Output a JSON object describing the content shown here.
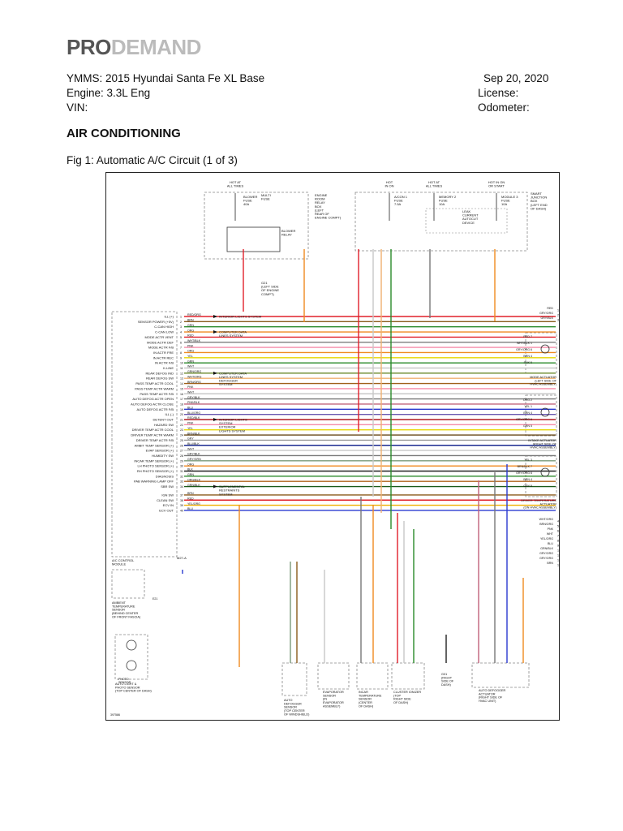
{
  "brand": {
    "part1": "PRO",
    "part2": "DEMAND"
  },
  "vehicle": {
    "ymms": "YMMS:  2015 Hyundai Santa Fe XL Base",
    "engine": "Engine: 3.3L Eng",
    "vin": "VIN:",
    "date": "Sep 20, 2020",
    "license": "License:",
    "odometer": "Odometer:"
  },
  "section_title": "AIR CONDITIONING",
  "figure_caption": "Fig 1: Automatic A/C Circuit (1 of 3)",
  "diagram": {
    "id": "397586",
    "power": [
      {
        "hot": "HOT AT\nALL TIMES",
        "fuse": "BLOWER\nFUSE\n40A"
      },
      {
        "hot": "HOT\nIN ON",
        "fuse": "A/CON 1\nFUSE\n7.5A"
      },
      {
        "hot": "HOT AT\nALL TIMES",
        "fuse": "MEMORY 2\nFUSE\n10A"
      },
      {
        "hot": "HOT IN ON\nOR START",
        "fuse": "MODULE 3\nFUSE\n10A"
      }
    ],
    "boxes": {
      "engine_room": "ENGINE\nROOM\nRELAY\nBOX\n(LEFT\nREAR OF\nENGINE COMPT)",
      "multi_fuse": "MULTI\nFUSE",
      "blower_relay": "BLOWER\nRELAY",
      "smart_junction": "SMART\nJUNCTION\nBOX\n(LEFT END\nOF DASH)",
      "leak_device": "LEAK\nCURRENT\nAUTOCUT\nDEVICE",
      "ground_g21": "G21\n(LEFT SIDE\nOF ENGINE\nCOMPT)",
      "module": "A/C CONTROL\nMODULE",
      "module_conn": "M27-A"
    },
    "module_pins": [
      {
        "label": "ILL (+)",
        "pin": "1",
        "wire": "RED/ORG",
        "color": "#e0202a"
      },
      {
        "label": "SENSOR POWER (+5V)",
        "pin": "2",
        "wire": "BRN",
        "color": "#8a5a1a"
      },
      {
        "label": "C-CAN HIGH",
        "pin": "3",
        "wire": "GRN",
        "color": "#2a8a2a"
      },
      {
        "label": "C-CAN LOW",
        "pin": "4",
        "wire": "ORG",
        "color": "#f08a20"
      },
      {
        "label": "MODE ACTR VENT",
        "pin": "5",
        "wire": "RED",
        "color": "#e0202a"
      },
      {
        "label": "MODE ACTR DEF",
        "pin": "6",
        "wire": "WHT/BLK",
        "color": "#888888"
      },
      {
        "label": "MODE ACTR F/B",
        "pin": "7",
        "wire": "PNK",
        "color": "#f58aa8"
      },
      {
        "label": "IN ACTR FRE",
        "pin": "8",
        "wire": "ORG",
        "color": "#f08a20"
      },
      {
        "label": "IN ACTR REC",
        "pin": "9",
        "wire": "YEL",
        "color": "#e6d400"
      },
      {
        "label": "IN ACTR F/B",
        "pin": "10",
        "wire": "GRN",
        "color": "#2a8a2a"
      },
      {
        "label": "K-LINE",
        "pin": "11",
        "wire": "WHT",
        "color": "#c8c8c8"
      },
      {
        "label": "REAR DEFOG IND",
        "pin": "12",
        "wire": "GRN/ORG",
        "color": "#6a8a2a"
      },
      {
        "label": "REAR DEFOG SW",
        "pin": "13",
        "wire": "WHT/ORG",
        "color": "#f0b070"
      },
      {
        "label": "PASS TEMP ACTR COOL",
        "pin": "14",
        "wire": "BRN/ORG",
        "color": "#a0601a"
      },
      {
        "label": "PASS TEMP ACTR WARM",
        "pin": "15",
        "wire": "PNK",
        "color": "#f58aa8"
      },
      {
        "label": "PASS TEMP ACTR F/B",
        "pin": "16",
        "wire": "WHT",
        "color": "#c8c8c8"
      },
      {
        "label": "AUTO DEFOG ACTR OPEN",
        "pin": "17",
        "wire": "GRY/BLK",
        "color": "#777777"
      },
      {
        "label": "AUTO DEFOG ACTR CLOSE",
        "pin": "18",
        "wire": "PNK/BLK",
        "color": "#c0607a"
      },
      {
        "label": "AUTO DEFOG ACTR F/B",
        "pin": "19",
        "wire": "BLU",
        "color": "#2a3ad0"
      },
      {
        "label": "ILL (-)",
        "pin": "20",
        "wire": "BLU/ORG",
        "color": "#6a5ab0"
      },
      {
        "label": "DETENT OUT",
        "pin": "21",
        "wire": "RED/BLK",
        "color": "#b01a20"
      },
      {
        "label": "HAZARD SW",
        "pin": "22",
        "wire": "PNK",
        "color": "#f58aa8"
      },
      {
        "label": "DRIVER TEMP ACTR COOL",
        "pin": "23",
        "wire": "YEL",
        "color": "#e6d400"
      },
      {
        "label": "DRIVER TEMP ACTR WARM",
        "pin": "24",
        "wire": "BRN/BLK",
        "color": "#6a4a1a"
      },
      {
        "label": "DRIVER TEMP ACTR F/B",
        "pin": "25",
        "wire": "GRY",
        "color": "#999999"
      },
      {
        "label": "AMBIT TEMP SENSOR (+)",
        "pin": "26",
        "wire": "BLU/BLK",
        "color": "#1a2a90"
      },
      {
        "label": "EVAP SENSOR (+)",
        "pin": "27",
        "wire": "WHT",
        "color": "#c8c8c8"
      },
      {
        "label": "HUMIDITY SW",
        "pin": "28",
        "wire": "GRY/BLK",
        "color": "#777777"
      },
      {
        "label": "INCAR TEMP SENSOR (+)",
        "pin": "29",
        "wire": "GRY/GRN",
        "color": "#7a9a7a"
      },
      {
        "label": "LH PHOTO SENSOR (+)",
        "pin": "30",
        "wire": "ORG",
        "color": "#f08a20"
      },
      {
        "label": "RH PHOTO SENSOR (+)",
        "pin": "31",
        "wire": "BLK",
        "color": "#222222"
      },
      {
        "label": "DIAGNOSIS",
        "pin": "32",
        "wire": "GRN",
        "color": "#2a8a2a"
      },
      {
        "label": "PAB WARNING LAMP OFF",
        "pin": "33",
        "wire": "ORG/BLK",
        "color": "#b0601a"
      },
      {
        "label": "SBR SW",
        "pin": "34",
        "wire": "GRN/BLK",
        "color": "#1a5a1a"
      },
      {
        "label": "IGN SW",
        "pin": "37",
        "wire": "BRN",
        "color": "#8a5a1a"
      },
      {
        "label": "CLEAN SW",
        "pin": "38",
        "wire": "RED",
        "color": "#e0202a"
      },
      {
        "label": "ECV IN",
        "pin": "39",
        "wire": "YEL/ORG",
        "color": "#f0b000"
      },
      {
        "label": "ECV OUT",
        "pin": "40",
        "wire": "BLU",
        "color": "#2a3ad0"
      }
    ],
    "pin_notes": [
      {
        "text": "INTERIOR LIGHTS SYSTEM",
        "pins": "1"
      },
      {
        "text": "COMPUTER DATA\nLINES SYSTEM",
        "pins": "3-4"
      },
      {
        "text": "COMPUTER DATA\nLINES SYSTEM\nDEFOGGER\nSYSTEM",
        "pins": "11-13"
      },
      {
        "text": "INTERIOR LIGHTS\nSYSTEM\nEXTERIOR\nLIGHTS SYSTEM",
        "pins": "20-22"
      },
      {
        "text": "SUPPLEMENTAL\nRESTRAINTS\nSYSTEM",
        "pins": "33-34"
      }
    ],
    "right_wires": [
      {
        "wire": "RED",
        "pin": "1"
      },
      {
        "wire": "GRY/ORG",
        "pin": "2"
      },
      {
        "wire": "GRY/BLK",
        "pin": "3"
      },
      {
        "wire": "WHT/ORG",
        "pin": "4"
      },
      {
        "wire": "BRN/ORG",
        "pin": "5"
      },
      {
        "wire": "PNK",
        "pin": "6"
      },
      {
        "wire": "WHT",
        "pin": "7"
      },
      {
        "wire": "YEL/ORG",
        "pin": "8"
      },
      {
        "wire": "BLU",
        "pin": "9"
      },
      {
        "wire": "GRN/BLK",
        "pin": "10"
      },
      {
        "wire": "GRY/ORG",
        "pin": "11"
      },
      {
        "wire": "GRY/ORG",
        "pin": "12"
      },
      {
        "wire": "BRN",
        "pin": "13"
      }
    ],
    "actuators": [
      {
        "name": "MODE ACTUATOR\n(LEFT SIDE OF\nHVAC ASSEMBLY)",
        "wires": [
          "RED 7",
          "WHT/BLK 1",
          "GRY/ORG 6",
          "BRN 4",
          "PNK 5"
        ]
      },
      {
        "name": "INTAKE ACTUATOR\n(RIGHT SIDE OF\nHVAC ASSEMBLY)",
        "wires": [
          "ORG 2",
          "YEL 1",
          "BRN 4",
          "GRY/ORG 6",
          "GRN 5"
        ]
      },
      {
        "name": "DRIVER TEMPERATURE\nACTUATOR\n(ON HVAC ASSEMBLY)",
        "wires": [
          "YEL 3",
          "BRN/BLK 7",
          "GRY/ORG 6",
          "BRN 4",
          "GRY 5"
        ]
      }
    ],
    "sensors": [
      {
        "name": "AMBIENT\nTEMPERATURE\nSENSOR\n(BEHIND CENTER\nOF FRONT FASCIA)",
        "conn": "E21"
      },
      {
        "name": "AUTO LIGHT &\nPHOTO SENSOR\n(TOP CENTER OF DASH)",
        "sub": "PHOTO\nSENSOR"
      },
      {
        "name": "AUTO\nDEFOGGER\nSENSOR\n(TOP CENTER\nOF WINDSHIELD)"
      },
      {
        "name": "EVAPORATOR\nSENSOR\n(IN\nEVAPORATOR\nASSEMBLY)"
      },
      {
        "name": "INCAR\nTEMPERATURE\nSENSOR\n(CENTER\nOF DASH)"
      },
      {
        "name": "CLUSTER IONIZER\n(TOP\nRIGHT SIDE\nOF DASH)"
      },
      {
        "name": "G01\n(RIGHT\nSIDE OF\nDASH)"
      },
      {
        "name": "AUTO DEFOGGER\nACTUATOR\n(RIGHT SIDE OF\nHVAC UNIT)"
      }
    ]
  }
}
